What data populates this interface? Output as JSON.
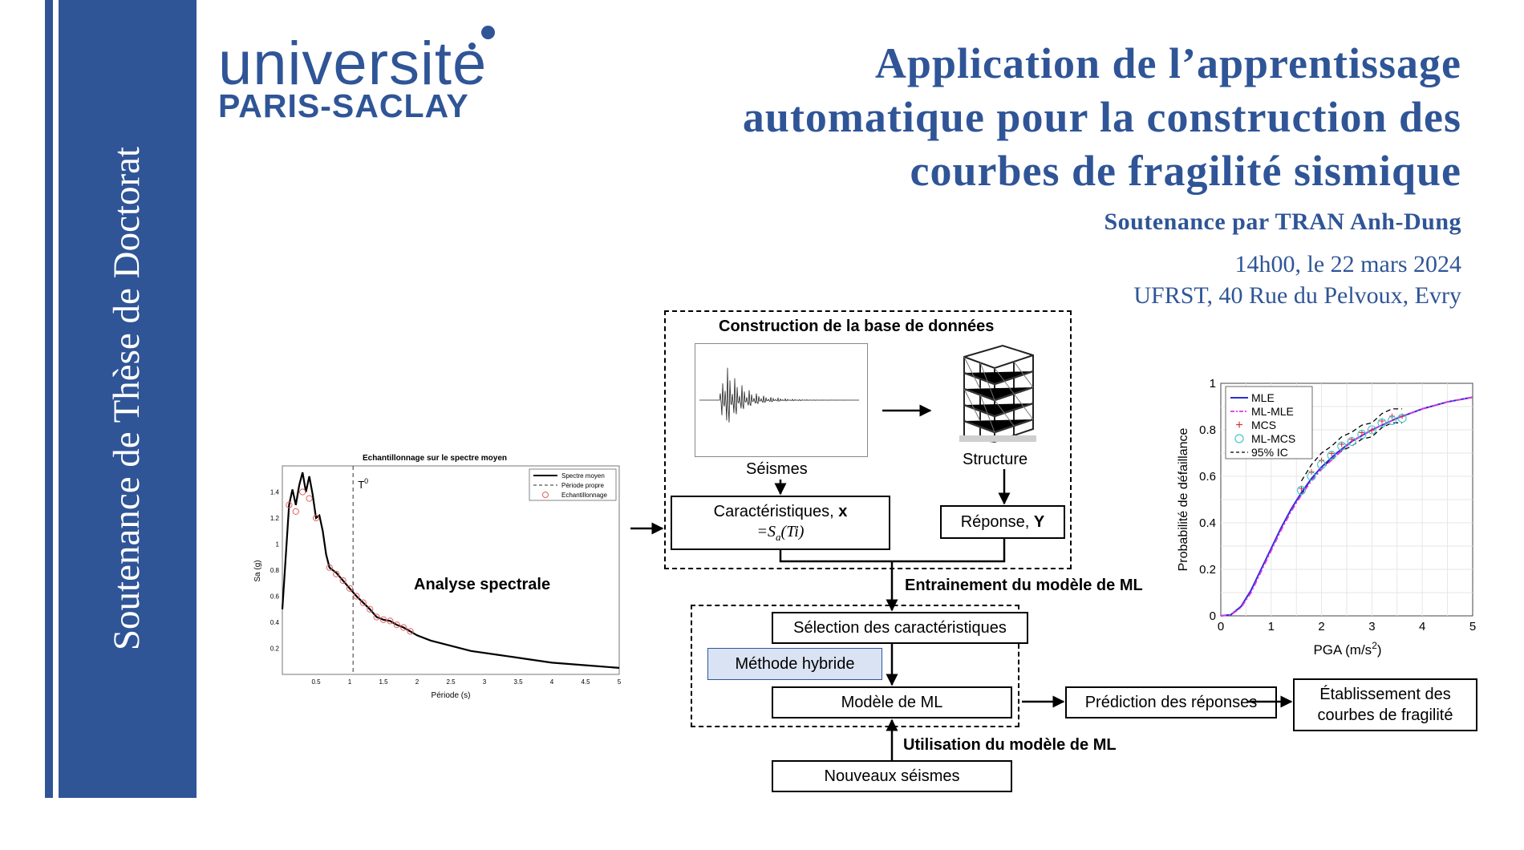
{
  "sidebar": {
    "title": "Soutenance de Thèse de Doctorat"
  },
  "logo": {
    "line1": "universite",
    "line2": "PARIS-SACLAY"
  },
  "header": {
    "title_lines": [
      "Application de l’apprentissage",
      "automatique pour la construction des",
      "courbes de fragilité sismique"
    ],
    "presenter": "Soutenance par TRAN Anh-Dung",
    "date": "14h00, le 22 mars 2024",
    "place": "UFRST, 40 Rue du Pelvoux, Evry"
  },
  "diagram": {
    "db_title": "Construction de la base de données",
    "seismes_label": "Séismes",
    "structure_label": "Structure",
    "features_box_line1": "Caractéristiques, ",
    "features_box_x": "x",
    "features_box_line2": "=S",
    "features_box_sub": "a",
    "features_box_arg": "(Ti)",
    "response_box": "Réponse, ",
    "response_y": "Y",
    "training_label": "Entrainement du modèle de ML",
    "feature_selection": "Sélection des caractéristiques",
    "hybrid_method": "Méthode hybride",
    "ml_model": "Modèle de ML",
    "usage_label": "Utilisation du modèle de ML",
    "new_earthquakes": "Nouveaux séismes",
    "prediction": "Prédiction des réponses",
    "fragility_line1": "Établissement des",
    "fragility_line2": "courbes de fragilité",
    "spectral_label": "Analyse spectrale",
    "colors": {
      "accent": "#2f5597",
      "hybrid_fill": "#dae3f3"
    }
  },
  "chart_data": [
    {
      "type": "line",
      "title": "Echantillonnage sur le spectre moyen",
      "xlabel": "Période (s)",
      "ylabel": "Sa (g)",
      "xlim": [
        0,
        5
      ],
      "ylim": [
        0,
        1.6
      ],
      "xticks": [
        "0.5",
        "1",
        "1.5",
        "2",
        "2.5",
        "3",
        "3.5",
        "4",
        "4.5",
        "5"
      ],
      "yticks": [
        "0.2",
        "0.4",
        "0.6",
        "0.8",
        "1",
        "1.2",
        "1.4"
      ],
      "annotation": "T",
      "annotation_sup": "0",
      "legend": [
        "Spectre moyen",
        "Période propre",
        "Echantillonnage"
      ],
      "legend_position": "top-right",
      "series": [
        {
          "name": "Spectre moyen",
          "x": [
            0.0,
            0.05,
            0.1,
            0.15,
            0.2,
            0.25,
            0.3,
            0.35,
            0.4,
            0.45,
            0.5,
            0.55,
            0.6,
            0.65,
            0.7,
            0.8,
            0.9,
            1.0,
            1.1,
            1.2,
            1.3,
            1.4,
            1.5,
            1.6,
            1.7,
            1.8,
            1.9,
            2.0,
            2.2,
            2.5,
            2.8,
            3.2,
            3.6,
            4.0,
            4.5,
            5.0
          ],
          "y": [
            0.5,
            0.9,
            1.3,
            1.42,
            1.3,
            1.45,
            1.55,
            1.4,
            1.52,
            1.38,
            1.2,
            1.22,
            1.1,
            0.92,
            0.82,
            0.78,
            0.72,
            0.66,
            0.6,
            0.55,
            0.5,
            0.44,
            0.42,
            0.41,
            0.38,
            0.36,
            0.33,
            0.3,
            0.26,
            0.22,
            0.18,
            0.15,
            0.12,
            0.09,
            0.07,
            0.05
          ]
        },
        {
          "name": "Echantillonnage",
          "x": [
            0.1,
            0.2,
            0.3,
            0.4,
            0.5,
            0.7,
            0.8,
            0.9,
            1.0,
            1.1,
            1.2,
            1.3,
            1.4,
            1.5,
            1.6,
            1.7,
            1.8,
            1.9
          ],
          "y": [
            1.3,
            1.25,
            1.4,
            1.35,
            1.2,
            0.82,
            0.77,
            0.72,
            0.66,
            0.6,
            0.55,
            0.5,
            0.44,
            0.42,
            0.41,
            0.38,
            0.36,
            0.33
          ]
        }
      ],
      "vline_x": 1.05
    },
    {
      "type": "line",
      "xlabel": "PGA (m/s",
      "xlabel_sup": "2",
      "xlabel_end": ")",
      "ylabel": "Probabilité de défaillance",
      "xlim": [
        0,
        5
      ],
      "ylim": [
        0,
        1
      ],
      "xticks": [
        "0",
        "1",
        "2",
        "3",
        "4",
        "5"
      ],
      "yticks": [
        "0",
        "0.2",
        "0.4",
        "0.6",
        "0.8",
        "1"
      ],
      "legend": [
        "MLE",
        "ML-MLE",
        "MCS",
        "ML-MCS",
        "95% IC"
      ],
      "legend_position": "top-left",
      "series": [
        {
          "name": "MLE",
          "x": [
            0,
            0.2,
            0.4,
            0.6,
            0.8,
            1.0,
            1.2,
            1.4,
            1.6,
            1.8,
            2.0,
            2.3,
            2.6,
            3.0,
            3.5,
            4.0,
            4.5,
            5.0
          ],
          "y": [
            0,
            0.005,
            0.04,
            0.11,
            0.2,
            0.29,
            0.38,
            0.46,
            0.53,
            0.59,
            0.64,
            0.7,
            0.75,
            0.8,
            0.85,
            0.89,
            0.92,
            0.94
          ]
        },
        {
          "name": "ML-MLE",
          "x": [
            0,
            0.2,
            0.4,
            0.6,
            0.8,
            1.0,
            1.2,
            1.4,
            1.6,
            1.8,
            2.0,
            2.3,
            2.6,
            3.0,
            3.5,
            4.0,
            4.5,
            5.0
          ],
          "y": [
            0,
            0.004,
            0.035,
            0.1,
            0.19,
            0.28,
            0.37,
            0.45,
            0.52,
            0.58,
            0.63,
            0.69,
            0.75,
            0.8,
            0.85,
            0.89,
            0.92,
            0.94
          ]
        },
        {
          "name": "MCS",
          "x": [
            1.6,
            1.8,
            2.0,
            2.2,
            2.4,
            2.6,
            2.8,
            3.0,
            3.2,
            3.4,
            3.6
          ],
          "y": [
            0.55,
            0.62,
            0.67,
            0.7,
            0.74,
            0.76,
            0.79,
            0.8,
            0.84,
            0.86,
            0.86
          ]
        },
        {
          "name": "ML-MCS",
          "x": [
            1.6,
            1.8,
            2.0,
            2.2,
            2.4,
            2.6,
            2.8,
            3.0,
            3.2,
            3.4,
            3.6
          ],
          "y": [
            0.54,
            0.6,
            0.65,
            0.69,
            0.73,
            0.75,
            0.78,
            0.8,
            0.83,
            0.84,
            0.85
          ]
        }
      ]
    }
  ]
}
